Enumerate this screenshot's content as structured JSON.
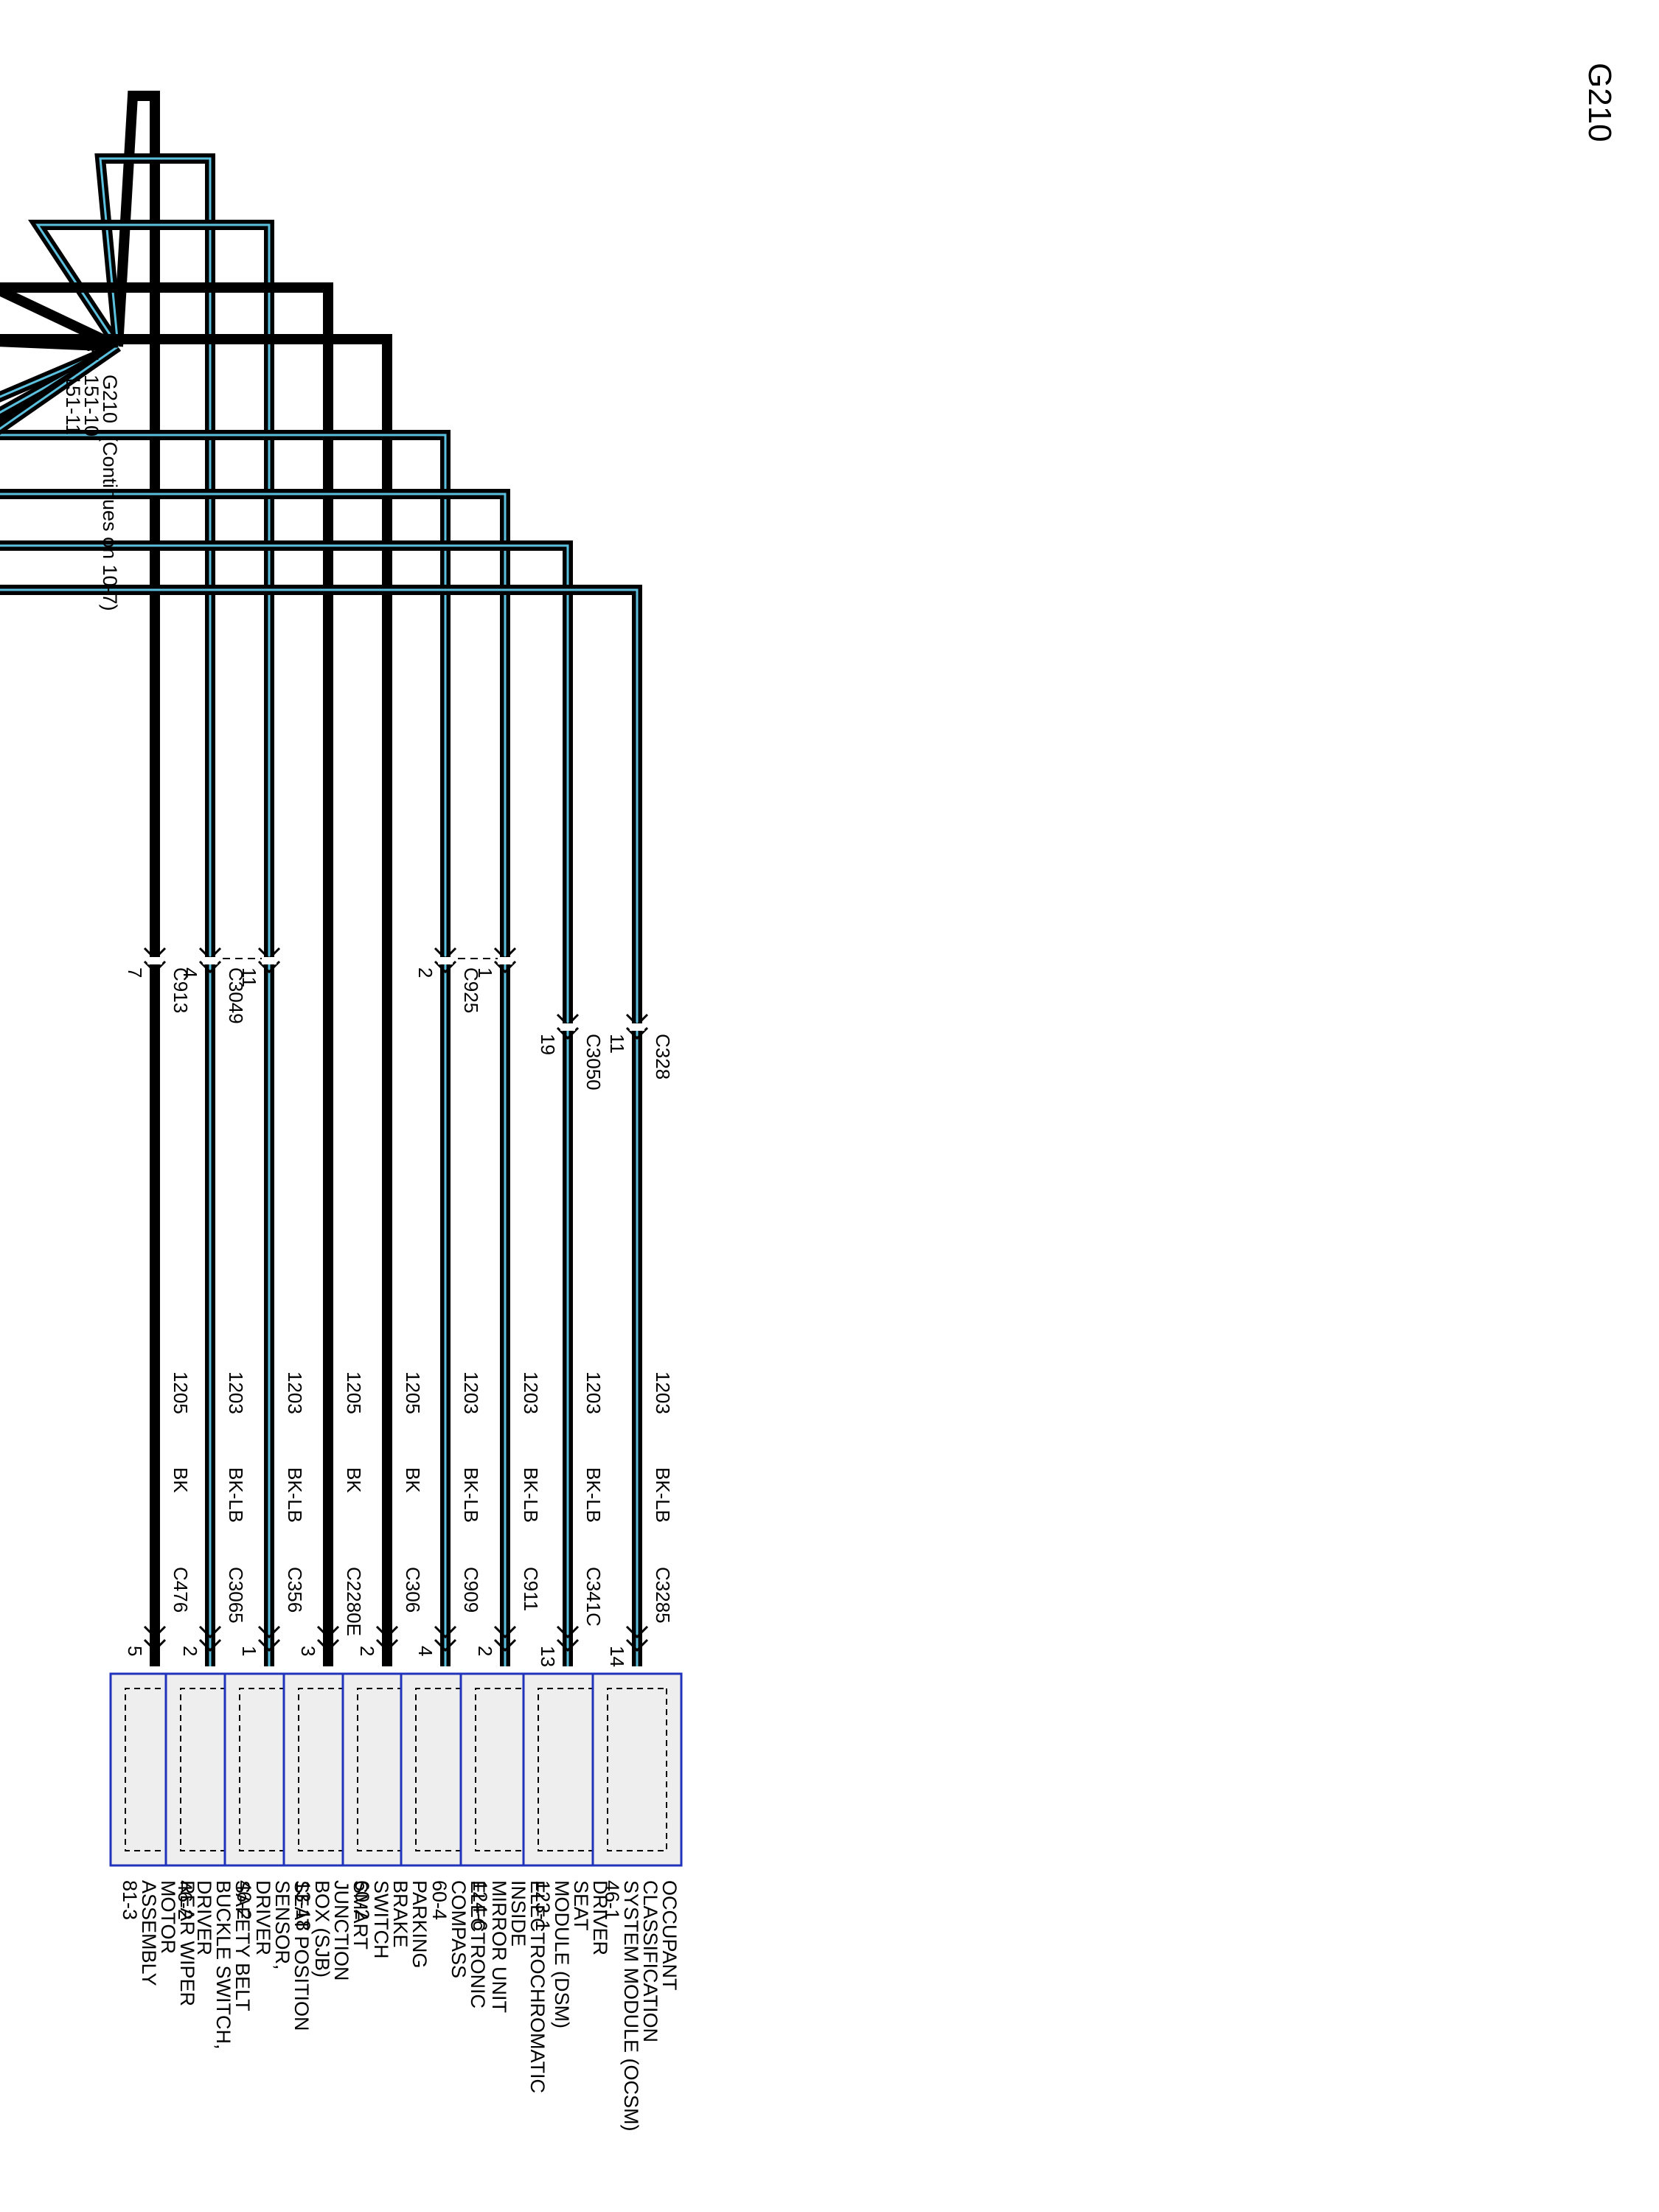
{
  "title": "G210",
  "ground": {
    "name": "G210",
    "note": "(Continues on 10-7)",
    "refs": [
      "151-10",
      "151-11"
    ]
  },
  "colors": {
    "wire_black": "#000000",
    "wire_stripe_lb": "#5bc0de",
    "component_border": "#2233bb",
    "component_fill": "#eeeeee"
  },
  "circuits": [
    {
      "circuit": "1205",
      "color": "BK",
      "inline": {
        "connector": "C913",
        "pin": "7"
      },
      "end_connector": "C476",
      "end_pin": "5",
      "component": [
        "REAR WIPER",
        "MOTOR",
        "ASSEMBLY",
        "81-3"
      ]
    },
    {
      "circuit": "1203",
      "color": "BK-LB",
      "inline": {
        "connector": "C3049",
        "pin": "4"
      },
      "end_connector": "C3065",
      "end_pin": "2",
      "component": [
        "SAFETY BELT",
        "BUCKLE SWITCH,",
        "DRIVER",
        "46-2"
      ]
    },
    {
      "circuit": "1203",
      "color": "BK-LB",
      "inline": {
        "connector": "",
        "pin": "11"
      },
      "end_connector": "C356",
      "end_pin": "1",
      "component": [
        "SEAT POSITION",
        "SENSOR,",
        "DRIVER",
        "46-2"
      ]
    },
    {
      "circuit": "1205",
      "color": "BK",
      "inline": null,
      "end_connector": "C2280E",
      "end_pin": "3",
      "component": [
        "SMART",
        "JUNCTION",
        "BOX (SJB)",
        "13-18"
      ]
    },
    {
      "circuit": "1205",
      "color": "BK",
      "inline": null,
      "end_connector": "C306",
      "end_pin": "2",
      "component": [
        "PARKING",
        "BRAKE",
        "SWITCH",
        "60-2"
      ]
    },
    {
      "circuit": "1203",
      "color": "BK-LB",
      "inline": {
        "connector": "C925",
        "pin": "2"
      },
      "end_connector": "C909",
      "end_pin": "4",
      "component": [
        "ELECTRONIC",
        "COMPASS",
        "60-4"
      ]
    },
    {
      "circuit": "1203",
      "color": "BK-LB",
      "inline": {
        "connector": "",
        "pin": "1"
      },
      "end_connector": "C911",
      "end_pin": "2",
      "component": [
        "ELECTROCHROMATIC",
        "INSIDE",
        "MIRROR UNIT",
        "124-6"
      ]
    },
    {
      "circuit": "1203",
      "color": "BK-LB",
      "inline": {
        "connector": "C3050",
        "pin": "19"
      },
      "end_connector": "C341C",
      "end_pin": "13",
      "component": [
        "DRIVER",
        "SEAT",
        "MODULE (DSM)",
        "123-1"
      ]
    },
    {
      "circuit": "1203",
      "color": "BK-LB",
      "inline": {
        "connector": "C328",
        "pin": "11"
      },
      "end_connector": "C3285",
      "end_pin": "14",
      "component": [
        "OCCUPANT",
        "CLASSIFICATION",
        "SYSTEM MODULE (OCSM)",
        "46-1"
      ]
    }
  ]
}
